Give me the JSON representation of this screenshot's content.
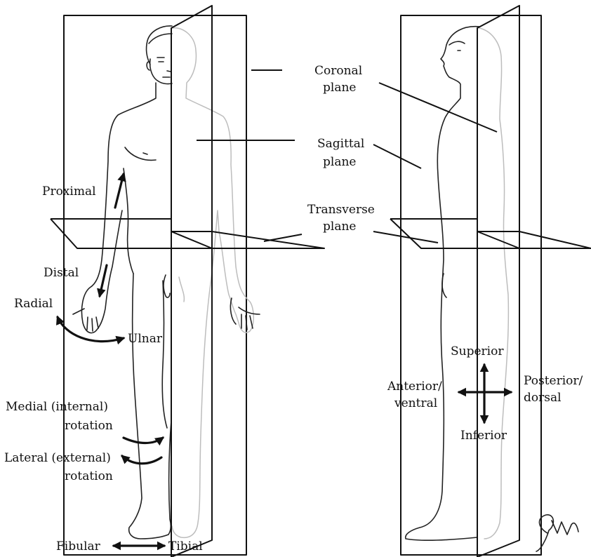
{
  "labels": {
    "coronal": "Coronal",
    "coronal_2": "plane",
    "sagittal": "Sagittal",
    "sagittal_2": "plane",
    "transverse": "Transverse",
    "transverse_2": "plane",
    "proximal": "Proximal",
    "distal": "Distal",
    "radial": "Radial",
    "ulnar": "Ulnar",
    "medial_1": "Medial (internal)",
    "medial_2": "rotation",
    "lateral_1": "Lateral (external)",
    "lateral_2": "rotation",
    "fibular": "Fibular",
    "tibial": "Tibial",
    "superior": "Superior",
    "inferior": "Inferior",
    "anterior_1": "Anterior/",
    "anterior_2": "ventral",
    "posterior_1": "Posterior/",
    "posterior_2": "dorsal",
    "signature": "gm"
  },
  "colors": {
    "ink": "#111111",
    "faded": "#bdbdbd"
  }
}
